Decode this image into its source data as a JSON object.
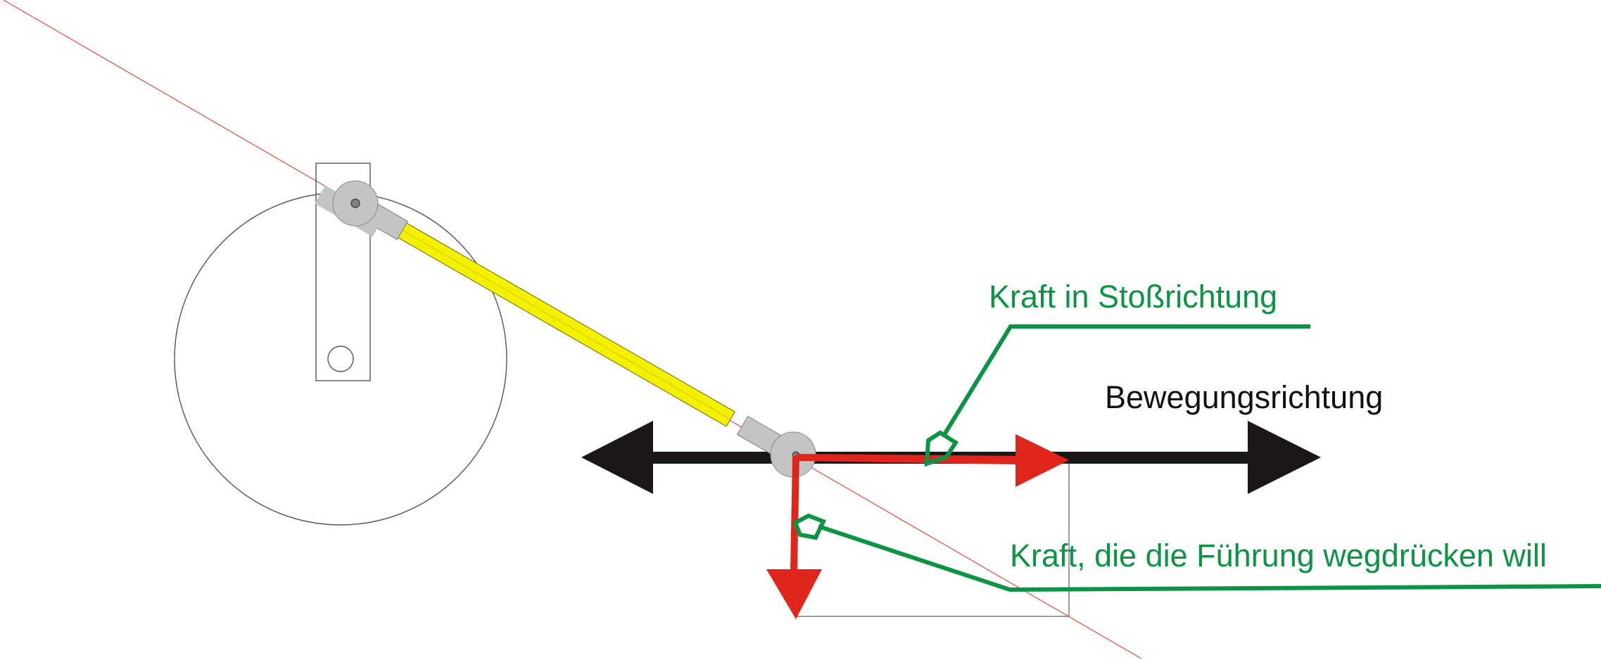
{
  "labels": {
    "force_push": "Kraft in Stoßrichtung",
    "movement": "Bewegungsrichtung",
    "force_guide": "Kraft, die die Führung wegdrücken will"
  },
  "colors": {
    "background": "#ffffff",
    "label_green": "#0a9444",
    "force_red": "#e0261c",
    "movement_black": "#1c1717",
    "rod_yellow": "#f5ef00",
    "joint_gray": "#c4c4c4",
    "construction_line": "#e24b40",
    "outline": "#555555"
  }
}
